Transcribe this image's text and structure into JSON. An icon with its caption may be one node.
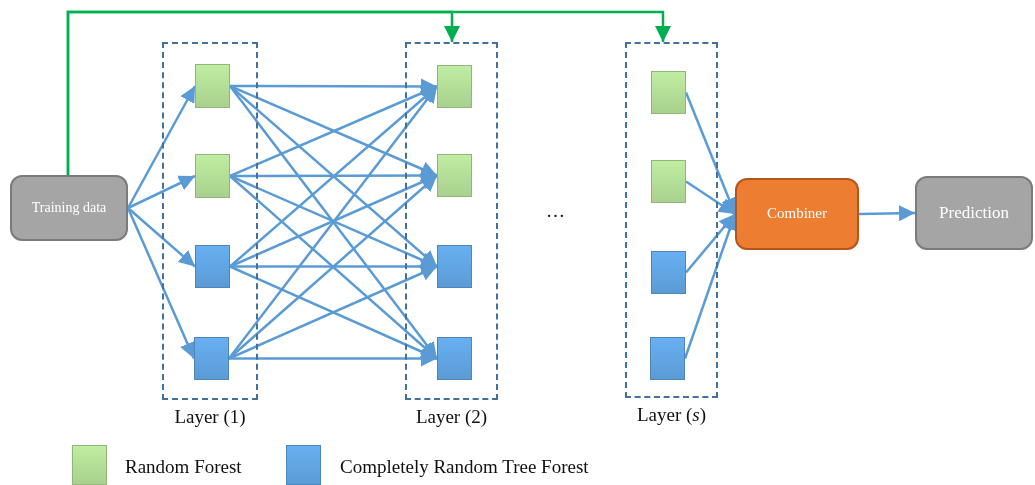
{
  "diagram": {
    "nodes": [
      {
        "text": [
          "Training data"
        ]
      },
      {
        "text": [
          "Layer (1)"
        ]
      },
      {
        "text": [],
        "shape": "box",
        "in": 1
      },
      {
        "text": [],
        "shape": "box",
        "in": 1
      },
      {
        "text": [],
        "shape": "box",
        "in": 1
      },
      {
        "text": [],
        "shape": "box",
        "in": 1
      },
      {
        "text": [
          "Layer (2)"
        ]
      },
      {
        "text": [],
        "shape": "box",
        "in": 6
      },
      {
        "text": [],
        "shape": "box",
        "in": 6
      },
      {
        "text": [],
        "shape": "box",
        "in": 6
      },
      {
        "text": [],
        "shape": "box",
        "in": 6
      },
      {
        "text": [
          "Layer (*s*)"
        ]
      },
      {
        "text": [],
        "shape": "box",
        "in": 11
      },
      {
        "text": [],
        "shape": "box",
        "in": 11
      },
      {
        "text": [],
        "shape": "box",
        "in": 11
      },
      {
        "text": [],
        "shape": "box",
        "in": 11
      },
      {
        "text": [
          "Combiner"
        ]
      },
      {
        "text": [
          "Prediction"
        ]
      }
    ],
    "edges": [
      {
        "from": 0,
        "to": 2,
        "arrow": "to"
      },
      {
        "from": 0,
        "to": 3,
        "arrow": "to"
      },
      {
        "from": 0,
        "to": 4,
        "arrow": "to"
      },
      {
        "from": 0,
        "to": 5,
        "arrow": "to"
      },
      {
        "from": 2,
        "to": 7,
        "arrow": "to"
      },
      {
        "from": 2,
        "to": 8,
        "arrow": "to"
      },
      {
        "from": 2,
        "to": 9,
        "arrow": "to"
      },
      {
        "from": 2,
        "to": 10,
        "arrow": "to"
      },
      {
        "from": 3,
        "to": 7,
        "arrow": "to"
      },
      {
        "from": 3,
        "to": 8,
        "arrow": "to"
      },
      {
        "from": 3,
        "to": 9,
        "arrow": "to"
      },
      {
        "from": 3,
        "to": 10,
        "arrow": "to"
      },
      {
        "from": 4,
        "to": 7,
        "arrow": "to"
      },
      {
        "from": 4,
        "to": 8,
        "arrow": "to"
      },
      {
        "from": 4,
        "to": 9,
        "arrow": "to"
      },
      {
        "from": 4,
        "to": 10,
        "arrow": "to"
      },
      {
        "from": 5,
        "to": 7,
        "arrow": "to"
      },
      {
        "from": 5,
        "to": 8,
        "arrow": "to"
      },
      {
        "from": 5,
        "to": 9,
        "arrow": "to"
      },
      {
        "from": 5,
        "to": 10,
        "arrow": "to"
      },
      {
        "from": 12,
        "to": 16,
        "arrow": "to"
      },
      {
        "from": 13,
        "to": 16,
        "arrow": "to"
      },
      {
        "from": 14,
        "to": 16,
        "arrow": "to"
      },
      {
        "from": 15,
        "to": 16,
        "arrow": "to"
      },
      {
        "from": 16,
        "to": 17,
        "arrow": "to"
      },
      {
        "from": 0,
        "to": 6,
        "arrow": "to",
        "color": "#00b050"
      },
      {
        "from": 0,
        "to": 11,
        "arrow": "to",
        "color": "#00b050"
      }
    ],
    "labels": [
      "…"
    ],
    "legend": [
      {
        "text": "Random Forest",
        "color": "#a9d18e"
      },
      {
        "text": "Completely Random Tree Forest",
        "color": "#5b9bd5"
      }
    ]
  }
}
